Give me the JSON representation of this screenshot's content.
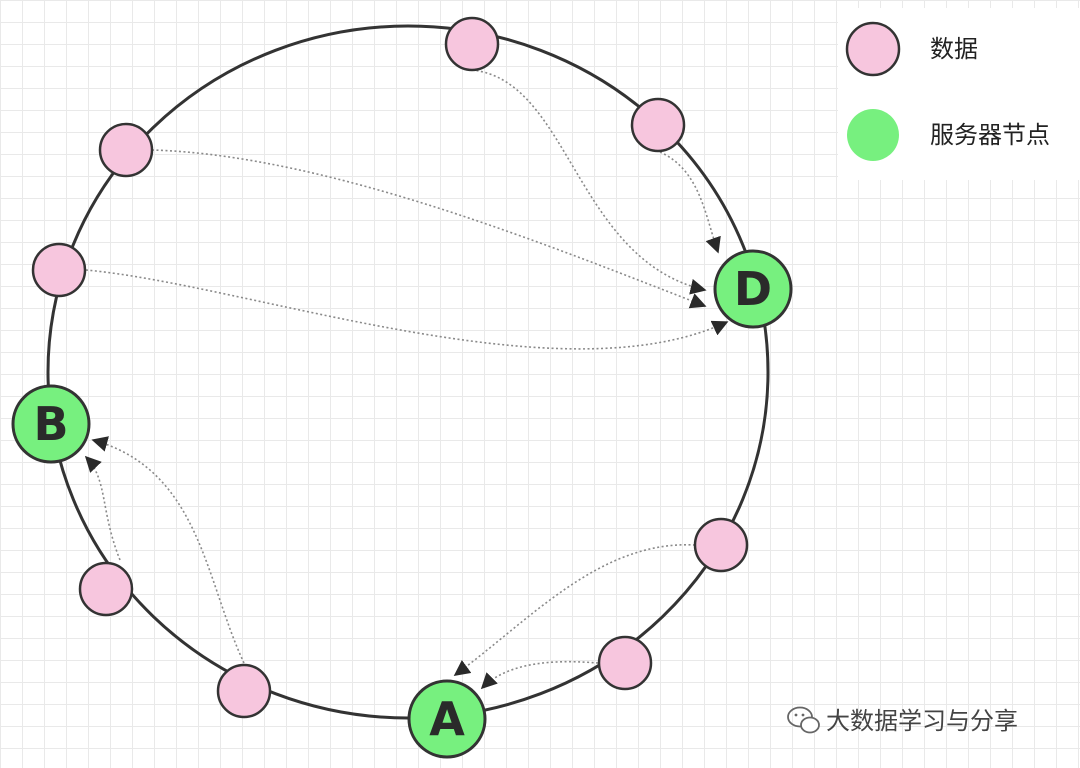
{
  "colors": {
    "data_fill": "#f7c6de",
    "server_fill": "#77f07f",
    "ring_stroke": "#333333",
    "background": "#ffffff",
    "grid": "#e9e9e9"
  },
  "servers": [
    {
      "id": "A",
      "label": "A"
    },
    {
      "id": "B",
      "label": "B"
    },
    {
      "id": "D",
      "label": "D"
    }
  ],
  "data_nodes": [
    {
      "id": "d1",
      "maps_to": "D"
    },
    {
      "id": "d2",
      "maps_to": "D"
    },
    {
      "id": "d3",
      "maps_to": "D"
    },
    {
      "id": "d4",
      "maps_to": "D"
    },
    {
      "id": "d5",
      "maps_to": "B"
    },
    {
      "id": "d6",
      "maps_to": "B"
    },
    {
      "id": "d7",
      "maps_to": "A"
    },
    {
      "id": "d8",
      "maps_to": "A"
    }
  ],
  "legend": {
    "data_label": "数据",
    "server_label": "服务器节点"
  },
  "watermark": {
    "text": "大数据学习与分享",
    "icon": "wechat-icon"
  }
}
